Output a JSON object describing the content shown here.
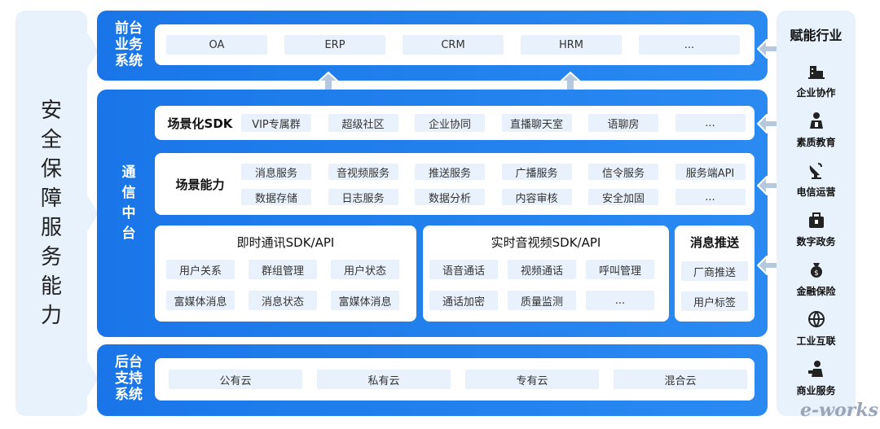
{
  "left_panel": {
    "label_chars": [
      "安",
      "全",
      "保",
      "障",
      "服",
      "务",
      "能",
      "力"
    ]
  },
  "front": {
    "label": "前台\n业务\n系统",
    "items": [
      "OA",
      "ERP",
      "CRM",
      "HRM",
      "..."
    ]
  },
  "comm": {
    "label_chars": [
      "通",
      "信",
      "中",
      "台"
    ],
    "sdk_title": "场景化SDK",
    "sdk_items": [
      "VIP专属群",
      "超级社区",
      "企业协同",
      "直播聊天室",
      "语聊房",
      "..."
    ],
    "cap_title": "场景能力",
    "cap_row1": [
      "消息服务",
      "音视频服务",
      "推送服务",
      "广播服务",
      "信令服务",
      "服务端API"
    ],
    "cap_row2": [
      "数据存储",
      "日志服务",
      "数据分析",
      "内容审核",
      "安全加固",
      "..."
    ],
    "im": {
      "title": "即时通讯SDK/API",
      "row1": [
        "用户关系",
        "群组管理",
        "用户状态"
      ],
      "row2": [
        "富媒体消息",
        "消息状态",
        "富媒体消息"
      ]
    },
    "rtc": {
      "title": "实时音视频SDK/API",
      "row1": [
        "语音通话",
        "视频通话",
        "呼叫管理"
      ],
      "row2": [
        "通话加密",
        "质量监测",
        "..."
      ]
    },
    "push": {
      "title": "消息推送",
      "items": [
        "厂商推送",
        "用户标签"
      ]
    }
  },
  "back": {
    "label": "后台\n支持\n系统",
    "items": [
      "公有云",
      "私有云",
      "专有云",
      "混合云"
    ]
  },
  "industries": {
    "title": "赋能行业",
    "items": [
      {
        "icon": "building-icon",
        "label": "企业协作"
      },
      {
        "icon": "teacher-icon",
        "label": "素质教育"
      },
      {
        "icon": "satellite-dish-icon",
        "label": "电信运营"
      },
      {
        "icon": "gov-bag-icon",
        "label": "数字政务"
      },
      {
        "icon": "money-bag-icon",
        "label": "金融保险"
      },
      {
        "icon": "globe-icon",
        "label": "工业互联"
      },
      {
        "icon": "business-person-icon",
        "label": "商业服务"
      }
    ]
  },
  "colors": {
    "primary": "#1a76e8",
    "panel": "#e8f2fc",
    "chip": "#e9f2fc"
  }
}
